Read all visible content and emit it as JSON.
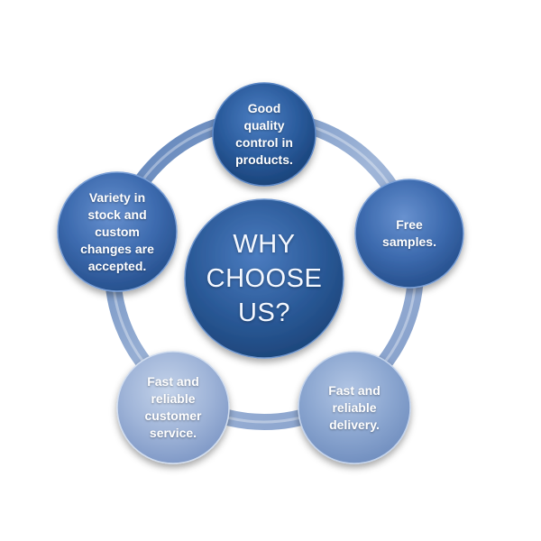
{
  "center": {
    "label": "WHY\nCHOOSE\nUS?"
  },
  "nodes": [
    {
      "label": "Good\nquality\ncontrol in\nproducts."
    },
    {
      "label": "Free\nsamples."
    },
    {
      "label": "Fast and\nreliable\ndelivery."
    },
    {
      "label": "Fast and\nreliable\ncustomer\nservice."
    },
    {
      "label": "Variety in\nstock and\ncustom\nchanges are\naccepted."
    }
  ],
  "colors": {
    "ring": "#7f9ac4",
    "dark_node": "#24528f",
    "mid_node": "#3d69a8",
    "light_node": "#8aa5cf",
    "center": "#2c5b98"
  }
}
